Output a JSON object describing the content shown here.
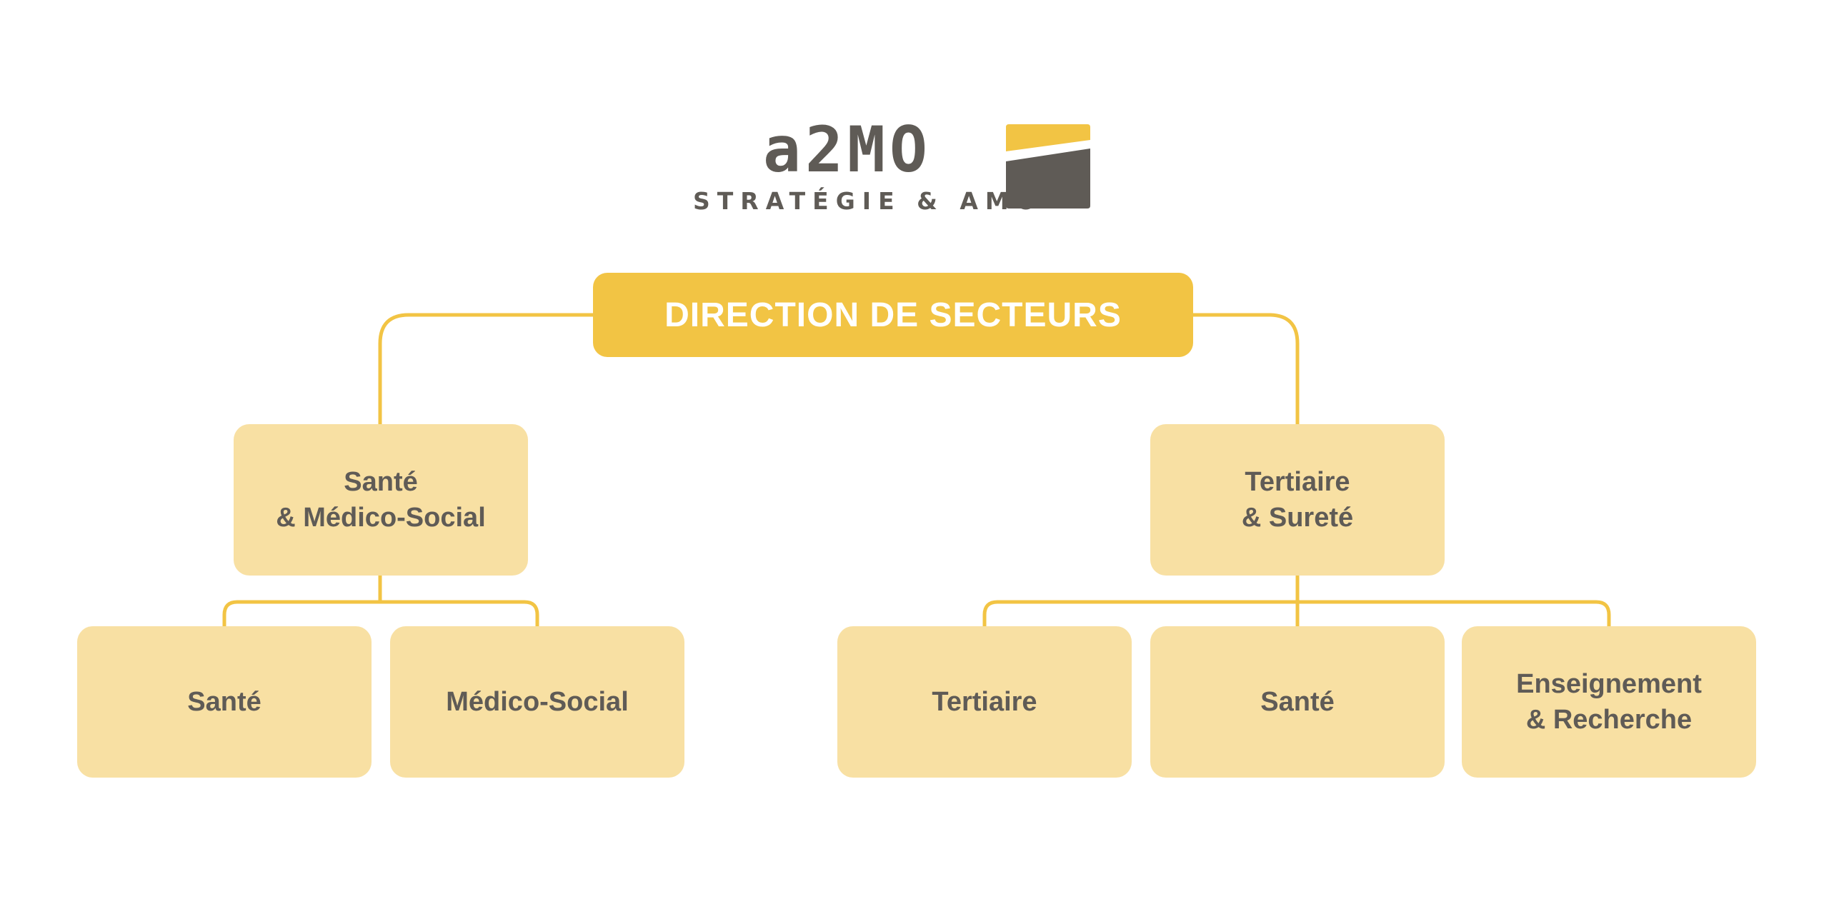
{
  "logo": {
    "wordmark": "a2MO",
    "tagline": "STRATÉGIE & AMO",
    "colors": {
      "gray": "#5f5b56",
      "yellow": "#f2c444"
    }
  },
  "root": {
    "label": "DIRECTION DE SECTEURS"
  },
  "sectors": [
    {
      "label": "Santé\n& Médico-Social",
      "children": [
        {
          "label": "Santé"
        },
        {
          "label": "Médico-Social"
        }
      ]
    },
    {
      "label": "Tertiaire\n& Sureté",
      "children": [
        {
          "label": "Tertiaire"
        },
        {
          "label": "Santé"
        },
        {
          "label": "Enseignement\n& Recherche"
        }
      ]
    }
  ],
  "colors": {
    "accent": "#f2c444",
    "box_fill": "#f8e0a3",
    "text": "#5f5b56",
    "root_text": "#ffffff"
  }
}
